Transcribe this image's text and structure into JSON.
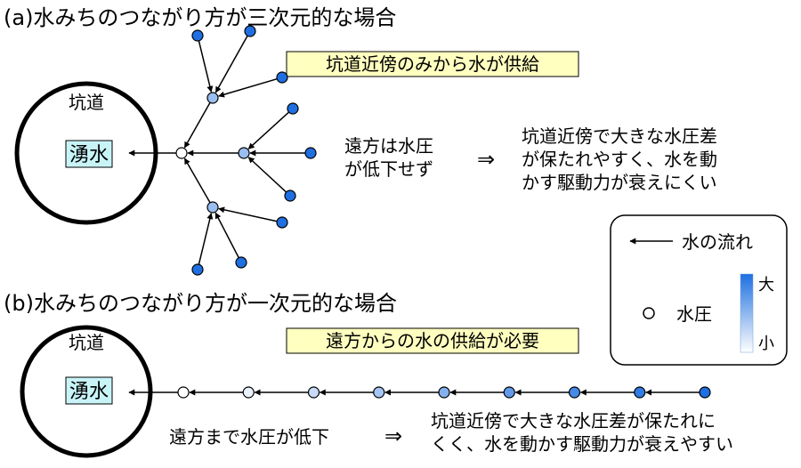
{
  "panel_a": {
    "title": "(a)水みちのつながり方が三次元的な場合",
    "tunnel_label": "坑道",
    "inflow_label": "湧水",
    "callout": "坑道近傍のみから水が供給",
    "condition_line1": "遠方は水圧",
    "condition_line2": "が低下せず",
    "arrow_symbol": "⇒",
    "result_line1": "坑道近傍で大きな水圧差",
    "result_line2": "が保たれやすく、水を動",
    "result_line3": "かす駆動力が衰えにくい"
  },
  "panel_b": {
    "title": "(b)水みちのつながり方が一次元的な場合",
    "tunnel_label": "坑道",
    "inflow_label": "湧水",
    "callout": "遠方からの水の供給が必要",
    "condition": "遠方まで水圧が低下",
    "arrow_symbol": "⇒",
    "result_line1": "坑道近傍で大きな水圧差が保たれに",
    "result_line2": "くく、水を動かす駆動力が衰えやすい"
  },
  "legend": {
    "flow_label": "水の流れ",
    "pressure_label": "水圧",
    "scale_high": "大",
    "scale_low": "小"
  },
  "colors": {
    "high_pressure": "#1f6fe0",
    "low_pressure": "#ffffff",
    "callout_bg": "#ffffc0",
    "inflow_bg": "#c8f4f8"
  },
  "nodes_b_pressure": [
    0.0,
    0.1,
    0.25,
    0.4,
    0.55,
    0.7,
    0.82,
    0.92,
    1.0
  ]
}
